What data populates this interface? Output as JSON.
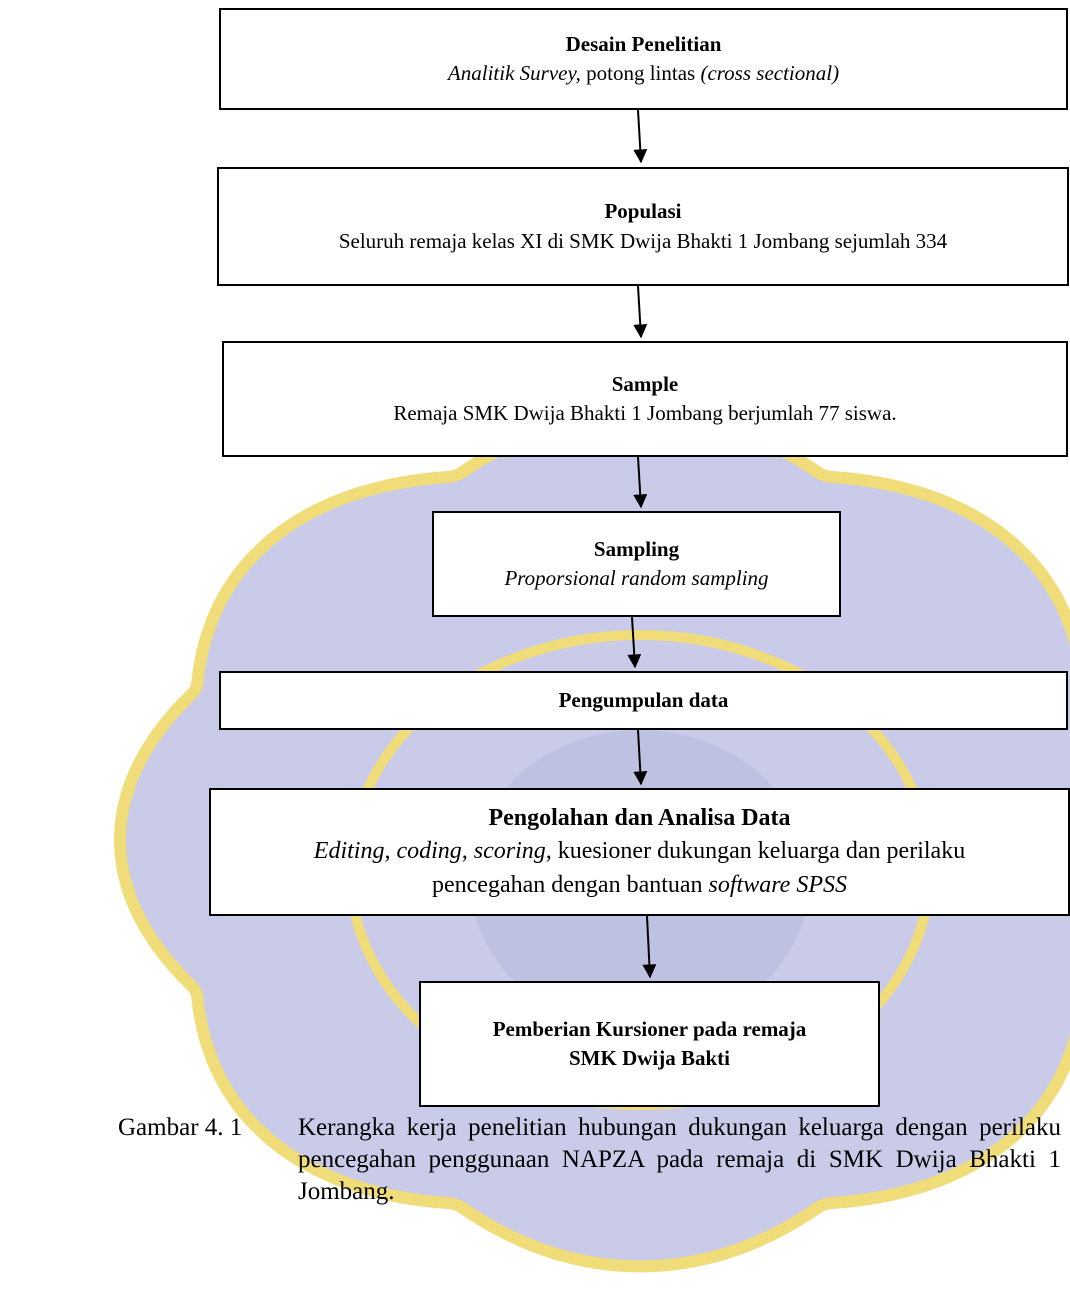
{
  "colors": {
    "watermark_fill": "#c9cbe9",
    "watermark_border": "#f0dc78",
    "line": "#000000"
  },
  "boxes": {
    "desain": {
      "title": "Desain Penelitian",
      "desc": [
        {
          "text": "Analitik Survey,",
          "italic": true
        },
        {
          "text": " potong lintas ",
          "italic": false
        },
        {
          "text": "(cross sectional)",
          "italic": true
        }
      ]
    },
    "populasi": {
      "title": "Populasi",
      "desc": [
        {
          "text": "Seluruh remaja kelas XI di SMK Dwija Bhakti 1 Jombang sejumlah 334",
          "italic": false
        }
      ]
    },
    "sample": {
      "title": "Sample",
      "desc": [
        {
          "text": "Remaja SMK Dwija Bhakti 1 Jombang berjumlah 77 siswa.",
          "italic": false
        }
      ]
    },
    "sampling": {
      "title": "Sampling",
      "desc": [
        {
          "text": "Proporsional random sampling",
          "italic": true
        }
      ]
    },
    "pengumpulan": {
      "title": "Pengumpulan data"
    },
    "pengolahan": {
      "title": "Pengolahan dan Analisa Data",
      "desc": [
        {
          "text": "Editing, coding, scoring,",
          "italic": true
        },
        {
          "text": " kuesioner dukungan keluarga dan perilaku",
          "italic": false
        }
      ],
      "desc2": [
        {
          "text": "pencegahan dengan bantuan ",
          "italic": false
        },
        {
          "text": "software SPSS",
          "italic": true
        }
      ]
    },
    "pemberian": {
      "line1": "Pemberian Kursioner pada remaja",
      "line2": "SMK Dwija Bakti"
    }
  },
  "caption": {
    "label": "Gambar 4. 1",
    "text": "Kerangka kerja penelitian hubungan dukungan keluarga dengan perilaku pencegahan penggunaan NAPZA pada remaja di SMK Dwija Bhakti 1 Jombang."
  }
}
